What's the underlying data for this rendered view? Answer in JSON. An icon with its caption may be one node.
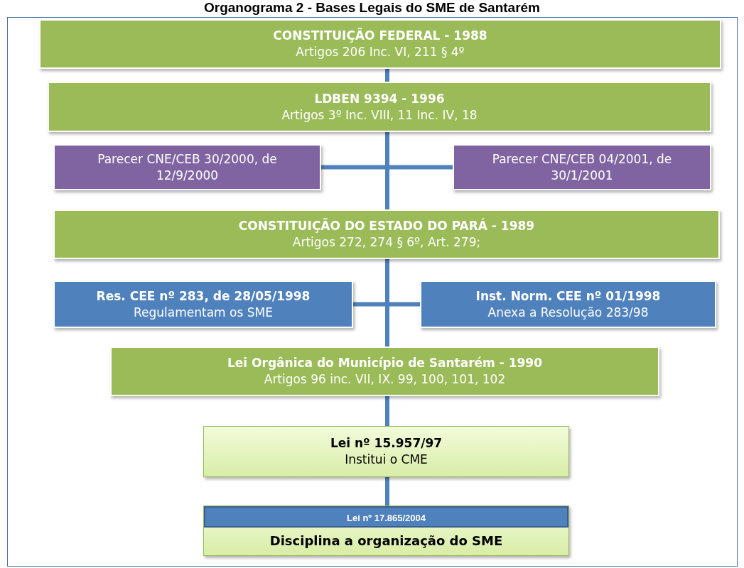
{
  "diagram": {
    "title": "Organograma 2 - Bases Legais do SME de Santarém",
    "nodes": [
      {
        "text": [
          "CONSTITUIÇÃO FEDERAL -  1988",
          "Artigos 206 Inc. VI, 211 § 4º"
        ]
      },
      {
        "text": [
          "LDBEN 9394 - 1996",
          "Artigos 3º Inc. VIII, 11 Inc. IV,  18"
        ]
      },
      {
        "text": [
          "Parecer  CNE/CEB 30/2000,  de 12/9/2000"
        ]
      },
      {
        "text": [
          "Parecer CNE/CEB 04/2001, de 30/1/2001"
        ]
      },
      {
        "text": [
          "CONSTITUIÇÃO DO ESTADO DO PARÁ - 1989",
          "Artigos 272, 274 § 6º, Art. 279;"
        ]
      },
      {
        "text": [
          "Res. CEE nº 283, de 28/05/1998",
          "Regulamentam os SME"
        ]
      },
      {
        "text": [
          "Inst. Norm. CEE nº 01/1998",
          "Anexa a Resolução 283/98"
        ]
      },
      {
        "text": [
          "Lei Orgânica do Município de Santarém - 1990",
          "Artigos 96 inc. VII, IX. 99, 100, 101, 102"
        ]
      },
      {
        "text": [
          "Lei nº 15.957/97",
          "Institui  o CME"
        ]
      },
      {
        "text": [
          "Lei nº 17.865/2004",
          "Disciplina a organização do SME"
        ]
      }
    ],
    "edges": [
      {
        "from": 0,
        "to": 1,
        "arrow": "none"
      },
      {
        "from": 1,
        "to": 2,
        "arrow": "none"
      },
      {
        "from": 1,
        "to": 3,
        "arrow": "none"
      },
      {
        "from": 1,
        "to": 4,
        "arrow": "none"
      },
      {
        "from": 4,
        "to": 5,
        "arrow": "none"
      },
      {
        "from": 4,
        "to": 6,
        "arrow": "none"
      },
      {
        "from": 4,
        "to": 7,
        "arrow": "none"
      },
      {
        "from": 7,
        "to": 8,
        "arrow": "none"
      },
      {
        "from": 8,
        "to": 9,
        "arrow": "none"
      }
    ]
  }
}
